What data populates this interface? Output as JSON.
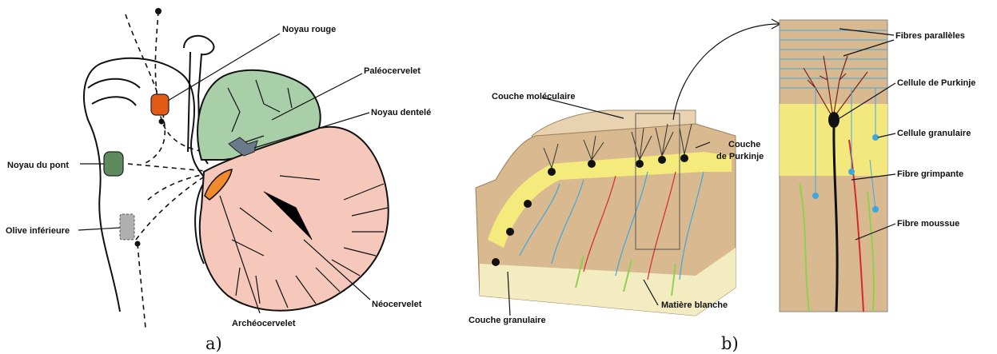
{
  "panel_a": {
    "caption": "a)",
    "labels": {
      "noyau_rouge": "Noyau rouge",
      "paleocervelet": "Paléocervelet",
      "noyau_dentele": "Noyau dentelé",
      "noyau_du_pont": "Noyau du pont",
      "olive_inferieure": "Olive inférieure",
      "neocervelet": "Néocervelet",
      "archeocervelet": "Archéocervelet"
    },
    "colors": {
      "paleocervelet": "#a9cfa9",
      "neocervelet": "#f5c8bb",
      "archeocervelet": "#f08a2c",
      "noyau_rouge": "#e25a15",
      "noyau_du_pont": "#5e8a5e",
      "noyau_dentele": "#6a7a8a",
      "olive": "#b0b0b0"
    }
  },
  "panel_b": {
    "caption": "b)",
    "labels": {
      "couche_moleculaire": "Couche moléculaire",
      "couche_purkinje_1": "Couche",
      "couche_purkinje_2": "de Purkinje",
      "couche_granulaire": "Couche granulaire",
      "matiere_blanche": "Matière blanche",
      "fibres_paralleles": "Fibres parallèles",
      "cellule_purkinje": "Cellule de Purkinje",
      "cellule_granulaire": "Cellule granulaire",
      "fibre_grimpante": "Fibre grimpante",
      "fibre_moussue": "Fibre moussue"
    },
    "colors": {
      "tissue": "#d9b98f",
      "purkinje_layer": "#f7f07a",
      "white_matter": "#f3ecc0",
      "parallel_fibers": "#3aa9e0",
      "climbing_fiber": "#d42a2a",
      "mossy_fiber": "#8fd14f"
    }
  }
}
